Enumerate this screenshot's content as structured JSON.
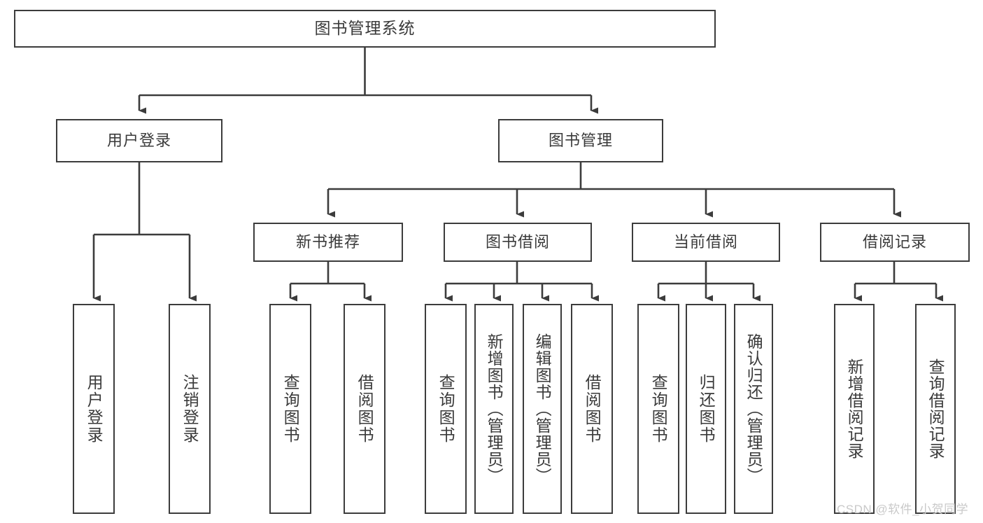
{
  "diagram": {
    "title": "图书管理系统",
    "type": "tree",
    "watermark": "CSDN @软件_小贺同学",
    "colors": {
      "border": "#3c3c3c",
      "text": "#3a3a3a",
      "connector": "#3c3c3c",
      "background": "#ffffff",
      "watermark": "#c9c9c9"
    },
    "nodes": {
      "root": {
        "label": "图书管理系统"
      },
      "level1": [
        {
          "label": "用户登录"
        },
        {
          "label": "图书管理"
        }
      ],
      "level2": [
        {
          "label": "新书推荐"
        },
        {
          "label": "图书借阅"
        },
        {
          "label": "当前借阅"
        },
        {
          "label": "借阅记录"
        }
      ],
      "leaves": {
        "user_login": [
          {
            "label": "用户登录"
          },
          {
            "label": "注销登录"
          }
        ],
        "new_book": [
          {
            "label": "查询图书"
          },
          {
            "label": "借阅图书"
          }
        ],
        "book_borrow": [
          {
            "label": "查询图书"
          },
          {
            "label": "新增图书（管理员）"
          },
          {
            "label": "编辑图书（管理员）"
          },
          {
            "label": "借阅图书"
          }
        ],
        "current_borrow": [
          {
            "label": "查询图书"
          },
          {
            "label": "归还图书"
          },
          {
            "label": "确认归还（管理员）"
          }
        ],
        "borrow_record": [
          {
            "label": "新增借阅记录"
          },
          {
            "label": "查询借阅记录"
          }
        ]
      }
    }
  }
}
